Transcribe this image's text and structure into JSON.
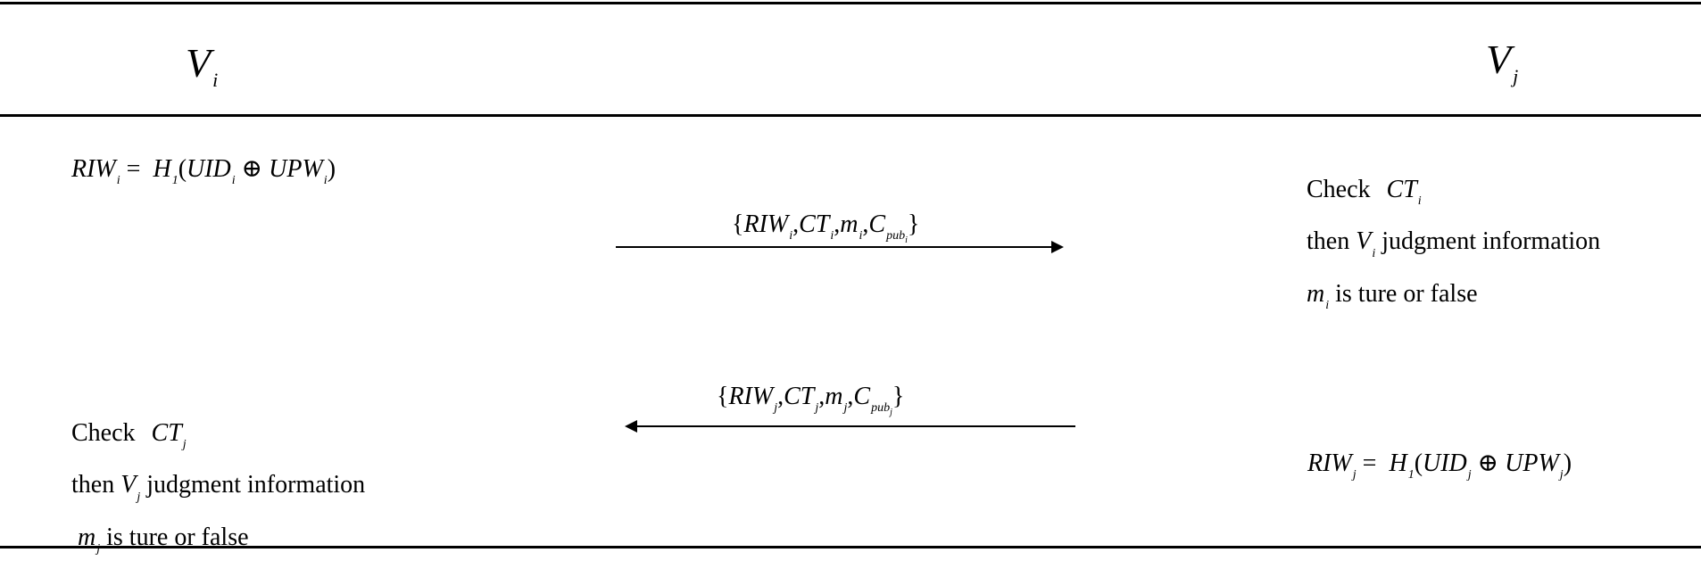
{
  "header": {
    "left_party": {
      "name": "V",
      "sub": "i"
    },
    "right_party": {
      "name": "V",
      "sub": "j"
    }
  },
  "left_equation": {
    "lhs": "RIW",
    "lhs_sub": "i",
    "eq": "=",
    "h": "H",
    "h_sub": "1",
    "open": "(",
    "uid": "UID",
    "uid_sub": "i",
    "xor": "⊕",
    "upw": "UPW",
    "upw_sub": "i",
    "close": ")"
  },
  "right_equation": {
    "lhs": "RIW",
    "lhs_sub": "j",
    "eq": "=",
    "h": "H",
    "h_sub": "1",
    "open": "(",
    "uid": "UID",
    "uid_sub": "j",
    "xor": "⊕",
    "upw": "UPW",
    "upw_sub": "j",
    "close": ")"
  },
  "message_to_right": {
    "open": "{",
    "a": "RIW",
    "a_sub": "i",
    "sep1": ",",
    "b": "CT",
    "b_sub": "i",
    "sep2": ",",
    "c": "m",
    "c_sub": "i",
    "sep3": ",",
    "d": "C",
    "d_sub": "pub",
    "d_subsub": "i",
    "close": "}"
  },
  "message_to_left": {
    "open": "{",
    "a": "RIW",
    "a_sub": "j",
    "sep1": ",",
    "b": "CT",
    "b_sub": "j",
    "sep2": ",",
    "c": "m",
    "c_sub": "j",
    "sep3": ",",
    "d": "C",
    "d_sub": "pub",
    "d_subsub": "j",
    "close": "}"
  },
  "right_check": {
    "check_word": "Check",
    "ct": "CT",
    "ct_sub": "i",
    "then_word": "then",
    "v": "V",
    "v_sub": "i",
    "judgment": "judgment information",
    "m": "m",
    "m_sub": "i",
    "result": "is ture or false"
  },
  "left_check": {
    "check_word": "Check",
    "ct": "CT",
    "ct_sub": "j",
    "then_word": "then",
    "v": "V",
    "v_sub": "j",
    "judgment": "judgment information",
    "m": "m",
    "m_sub": "j",
    "result": "is ture or false"
  }
}
